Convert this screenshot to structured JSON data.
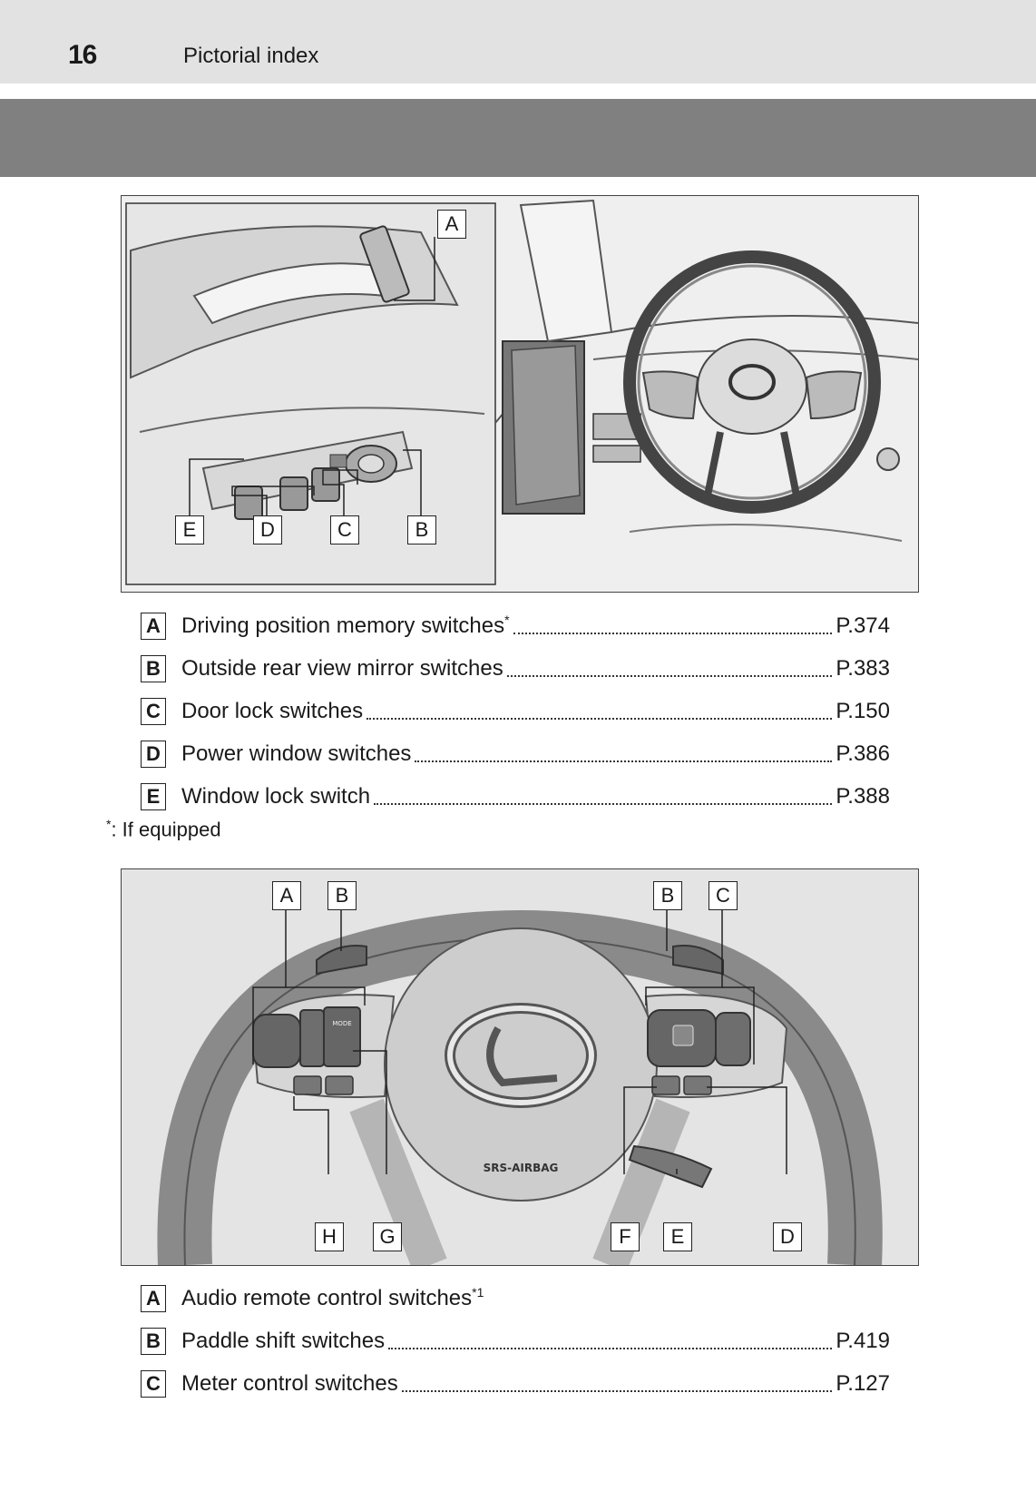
{
  "header": {
    "page_number": "16",
    "title": "Pictorial index"
  },
  "figure1": {
    "callouts": {
      "a": "A",
      "b": "B",
      "c": "C",
      "d": "D",
      "e": "E"
    }
  },
  "list1": [
    {
      "letter": "A",
      "label": "Driving position memory switches",
      "mark": "*",
      "page": "P.374"
    },
    {
      "letter": "B",
      "label": "Outside rear view mirror switches",
      "mark": "",
      "page": "P.383"
    },
    {
      "letter": "C",
      "label": "Door lock switches",
      "mark": "",
      "page": "P.150"
    },
    {
      "letter": "D",
      "label": "Power window switches",
      "mark": "",
      "page": "P.386"
    },
    {
      "letter": "E",
      "label": "Window lock switch",
      "mark": "",
      "page": "P.388"
    }
  ],
  "footnote": {
    "mark": "*",
    "text": ":  If equipped"
  },
  "figure2": {
    "callouts": {
      "a": "A",
      "b_left": "B",
      "b_right": "B",
      "c": "C",
      "h": "H",
      "g": "G",
      "f": "F",
      "e": "E",
      "d": "D"
    },
    "airbag_text": "SRS-AIRBAG",
    "mode_text": "MODE"
  },
  "list2": [
    {
      "letter": "A",
      "label": "Audio remote control switches",
      "mark": "*1",
      "page": ""
    },
    {
      "letter": "B",
      "label": "Paddle shift switches",
      "mark": "",
      "page": "P.419"
    },
    {
      "letter": "C",
      "label": "Meter control switches",
      "mark": "",
      "page": "P.127"
    }
  ]
}
